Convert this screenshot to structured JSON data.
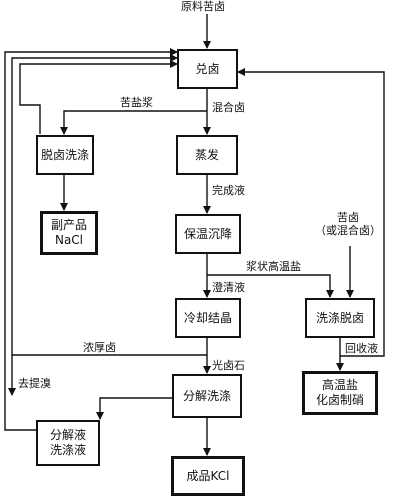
{
  "nodes": {
    "duilu": "兑卤",
    "tuolu_xidi": "脱卤洗涤",
    "zhengfa": "蒸发",
    "fuchanpin": "副产品\nNaCl",
    "baowen_chenjiang": "保温沉降",
    "lengque_jiejing": "冷却结晶",
    "xidi_tuolu": "洗涤脱卤",
    "fenjie_xidi": "分解洗涤",
    "gaowenyan": "高温盐\n化卤制硝",
    "fenjieye": "分解液\n洗涤液",
    "chengpin": "成品KCl"
  },
  "labels": {
    "yuanliao": "原料苦卤",
    "kuyanjiang": "苦盐浆",
    "hunhelu": "混合卤",
    "wanchengye": "完成液",
    "kulu_hunhe": "苦卤\n（或混合卤）",
    "jiangzhuang": "浆状高温盐",
    "chengqingye": "澄清液",
    "nonghoulu": "浓厚卤",
    "guanglushi": "光卤石",
    "huishouye": "回收液",
    "qutixiu": "去提溴"
  }
}
